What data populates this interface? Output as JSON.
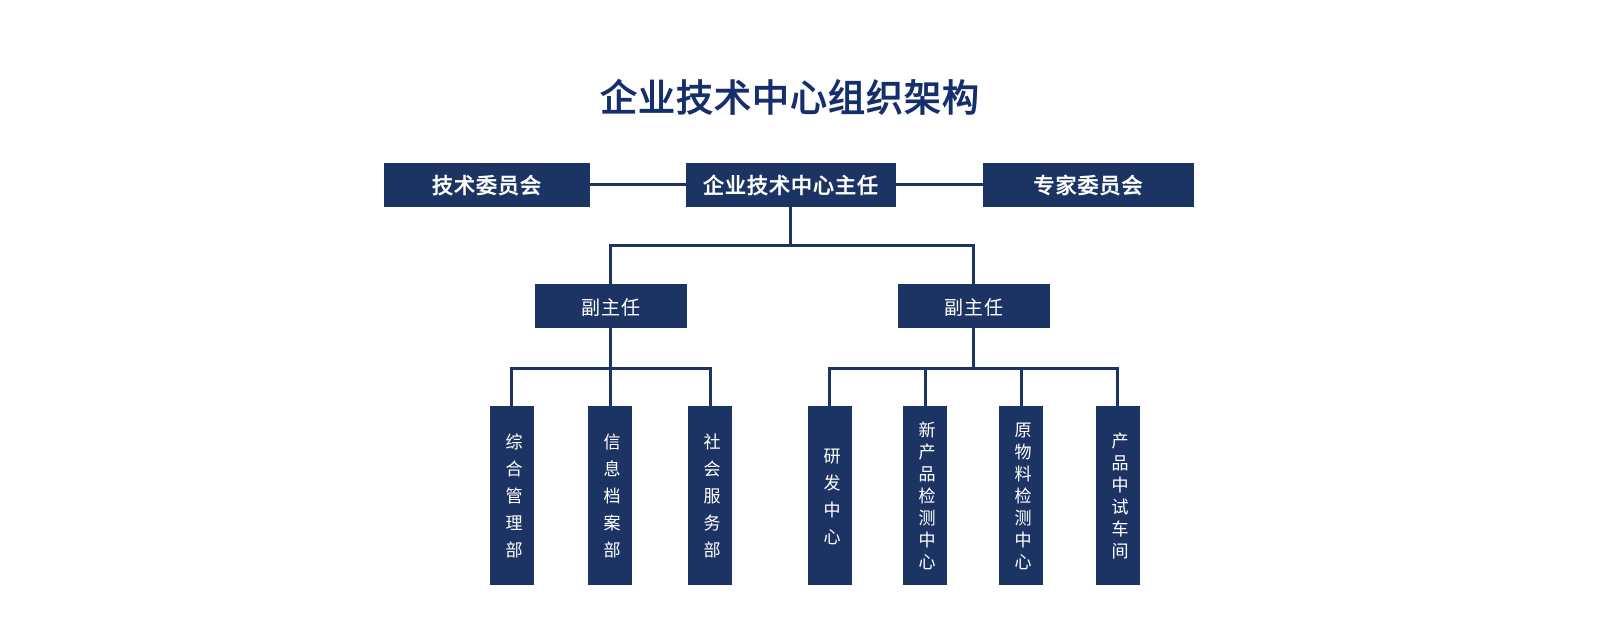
{
  "title": "企业技术中心组织架构",
  "colors": {
    "primary": "#1b3463",
    "title": "#152f6d",
    "node_text": "#ffffff",
    "background": "#ffffff"
  },
  "nodes": {
    "tech_committee": "技术委员会",
    "director": "企业技术中心主任",
    "expert_committee": "专家委员会",
    "deputy_left": "副主任",
    "deputy_right": "副主任",
    "left_departments": [
      "综合管理部",
      "信息档案部",
      "社会服务部"
    ],
    "right_departments": [
      "研发中心",
      "新产品检测中心",
      "原物料检测中心",
      "产品中试车间"
    ]
  },
  "structure": {
    "root": "企业技术中心主任",
    "root_peers": [
      "技术委员会",
      "专家委员会"
    ],
    "children_of_root": [
      "副主任",
      "副主任"
    ],
    "children_of_deputy_left": [
      "综合管理部",
      "信息档案部",
      "社会服务部"
    ],
    "children_of_deputy_right": [
      "研发中心",
      "新产品检测中心",
      "原物料检测中心",
      "产品中试车间"
    ]
  }
}
